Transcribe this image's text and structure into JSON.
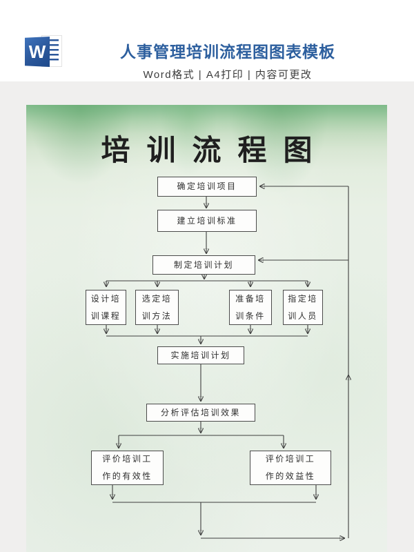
{
  "header": {
    "icon_letter": "W",
    "title": "人事管理培训流程图图表模板",
    "subtitle": "Word格式 | A4打印 | 内容可更改",
    "title_color": "#2d5f9e",
    "icon_color": "#2b579a"
  },
  "doc": {
    "title": "培训流程图",
    "page_color_top": "#7eba88",
    "page_color_body": "#e9f0e7",
    "nodes": {
      "project": "确定培训项目",
      "standard": "建立培训标准",
      "plan": "制定培训计划",
      "course": "设计培\n训课程",
      "method": "选定培\n训方法",
      "condition": "准备培\n训条件",
      "staff": "指定培\n训人员",
      "implement": "实施培训计划",
      "evaluate": "分析评估培训效果",
      "effectiveness": "评价培训工\n作的有效性",
      "benefit": "评价培训工\n作的效益性"
    }
  }
}
